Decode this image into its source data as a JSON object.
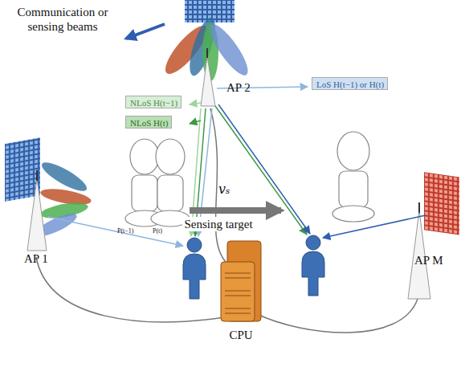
{
  "diagram": {
    "nodes": [
      {
        "text": [
          "NLoS H(t−1)"
        ]
      },
      {
        "text": [
          "NLoS H(t)"
        ]
      },
      {
        "text": [
          "LoS H(t−1) or H(t)"
        ]
      }
    ],
    "labels": [
      "Communication or sensing beams",
      "AP 2",
      "AP 1",
      "AP M",
      "CPU",
      "vₛ",
      "Sensing target",
      "P(t−1)",
      "P(t)"
    ]
  }
}
